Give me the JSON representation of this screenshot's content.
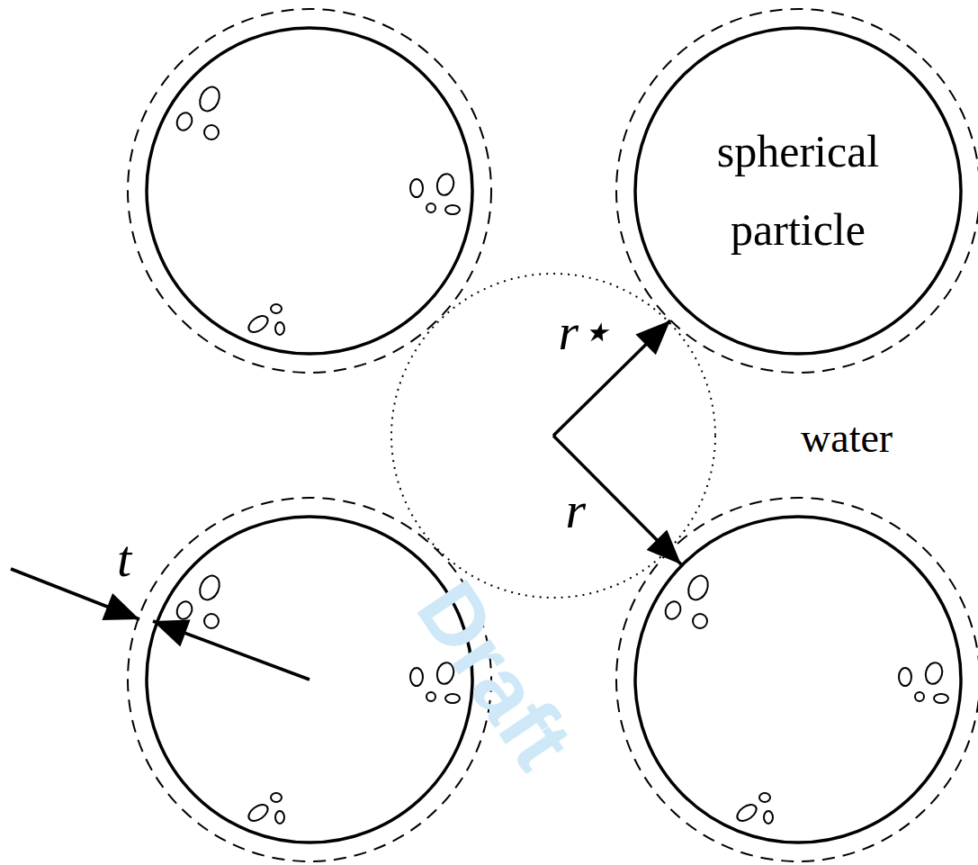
{
  "diagram": {
    "nodes": [
      {
        "text": [
          "spherical particle"
        ]
      }
    ],
    "labels": [
      "r⋆",
      "r",
      "t",
      "water",
      "Draft"
    ]
  }
}
